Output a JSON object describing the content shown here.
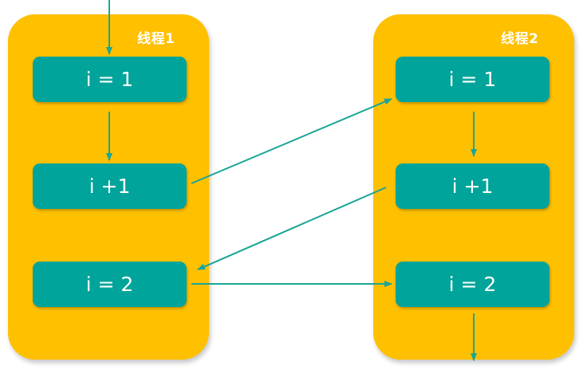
{
  "colors": {
    "lane_fill": "#FFC000",
    "node_fill": "#00A49A",
    "arrow": "#1AA596",
    "label_text": "#FFFFFF"
  },
  "threads": [
    {
      "label": "线程1",
      "steps": [
        "i = 1",
        "i +1",
        "i = 2"
      ]
    },
    {
      "label": "线程2",
      "steps": [
        "i = 1",
        "i +1",
        "i = 2"
      ]
    }
  ]
}
